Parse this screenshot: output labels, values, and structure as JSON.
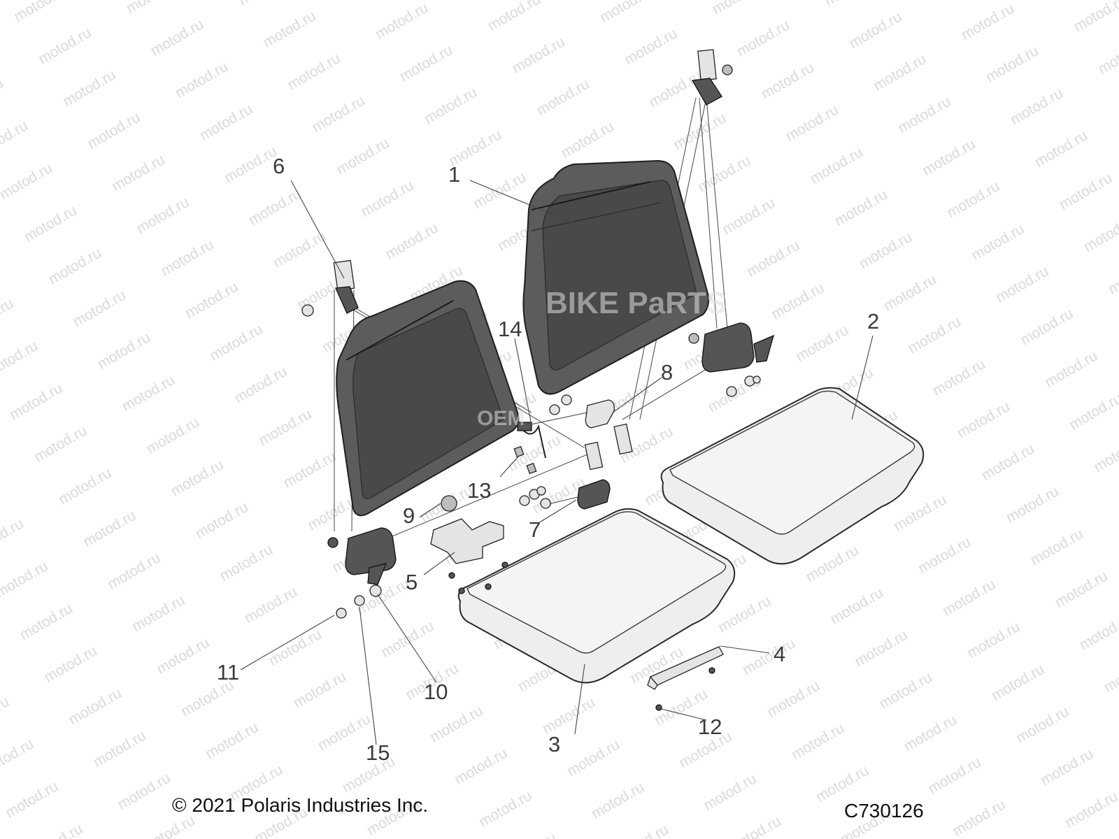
{
  "footer": {
    "copyright": "© 2021 Polaris Industries Inc.",
    "diagram_code": "C730126"
  },
  "callouts": [
    {
      "id": "1",
      "label": "1",
      "part": "seat-backrest-right"
    },
    {
      "id": "2",
      "label": "2",
      "part": "seat-bottom-right"
    },
    {
      "id": "3",
      "label": "3",
      "part": "seat-bottom-left"
    },
    {
      "id": "4",
      "label": "4",
      "part": "seat-mounting-bracket"
    },
    {
      "id": "5",
      "label": "5",
      "part": "buckle-mounting-bracket"
    },
    {
      "id": "6",
      "label": "6",
      "part": "upper-belt-anchor"
    },
    {
      "id": "7",
      "label": "7",
      "part": "seat-belt-buckle-harness"
    },
    {
      "id": "8",
      "label": "8",
      "part": "seat-belt-buckle"
    },
    {
      "id": "9",
      "label": "9",
      "part": "flange-nut"
    },
    {
      "id": "10",
      "label": "10",
      "part": "bolt"
    },
    {
      "id": "11",
      "label": "11",
      "part": "nut"
    },
    {
      "id": "12",
      "label": "12",
      "part": "screw"
    },
    {
      "id": "13",
      "label": "13",
      "part": "clip"
    },
    {
      "id": "14",
      "label": "14",
      "part": "wire-harness"
    },
    {
      "id": "15",
      "label": "15",
      "part": "washer"
    }
  ],
  "watermarks": {
    "text": "motod.ru",
    "logo_text": "BIKE PaRTS",
    "logo_text_2": "OEM"
  },
  "colors": {
    "background": "#ffffff",
    "backrest": "#5c5c5c",
    "cushion": "#eeeeee",
    "line": "#222222"
  }
}
